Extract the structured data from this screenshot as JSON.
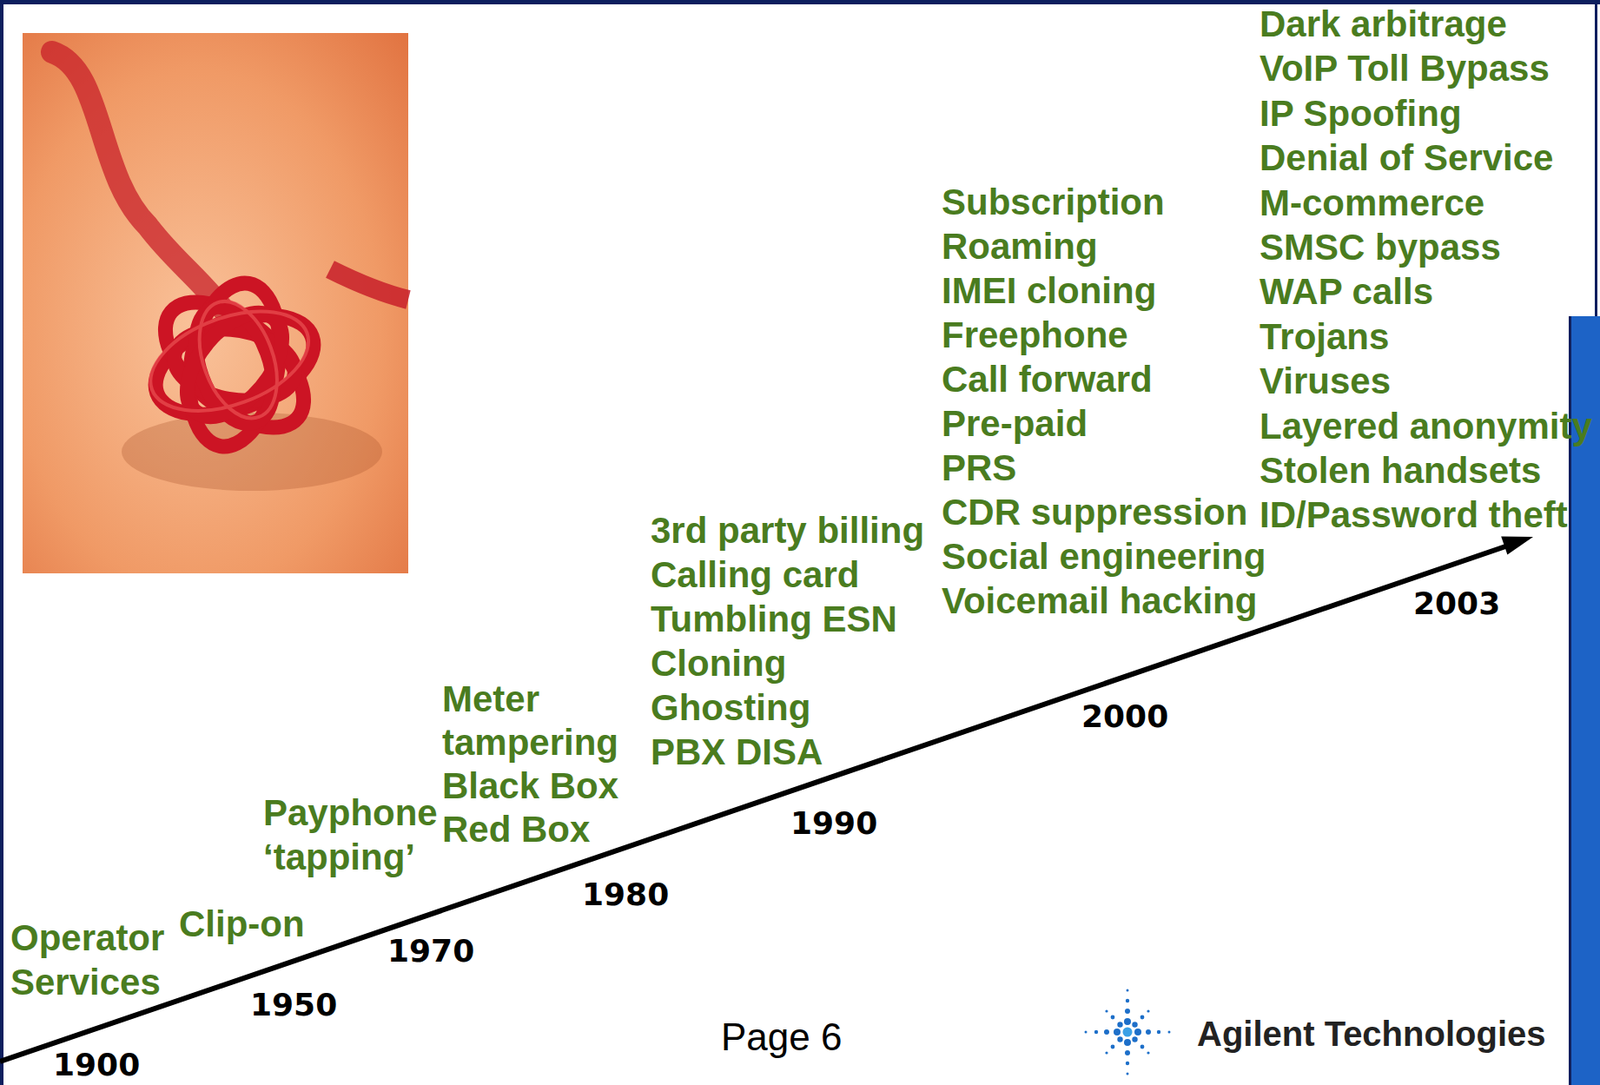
{
  "diagram": {
    "labels": [
      "Operator Services",
      "Clip-on",
      "Payphone ‘tapping’",
      "Meter tampering",
      "Black Box",
      "Red Box",
      "3rd party billing",
      "Calling card",
      "Tumbling ESN",
      "Cloning",
      "Ghosting",
      "PBX DISA",
      "Subscription",
      "Roaming",
      "IMEI cloning",
      "Freephone",
      "Call forward",
      "Pre-paid",
      "PRS",
      "CDR suppression",
      "Social engineering",
      "Voicemail hacking",
      "Dark arbitrage",
      "VoIP Toll Bypass",
      "IP Spoofing",
      "Denial of Service",
      "M-commerce",
      "SMSC bypass",
      "WAP calls",
      "Trojans",
      "Viruses",
      "Layered anonymity",
      "Stolen handsets",
      "ID/Password theft",
      "1900",
      "1950",
      "1970",
      "1980",
      "1990",
      "2000",
      "2003",
      "Page 6",
      "Agilent Technologies"
    ]
  }
}
